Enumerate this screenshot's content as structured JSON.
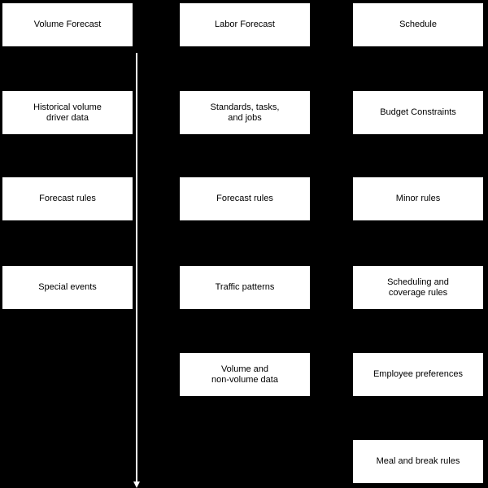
{
  "diagram": {
    "colors": {
      "background": "#000000",
      "box_fill": "#ffffff",
      "box_text": "#000000",
      "arrow": "#ffffff"
    },
    "arrow": {
      "name": "down-arrow",
      "direction": "down"
    },
    "columns": [
      {
        "header": "Volume Forecast",
        "boxes": [
          "Historical volume\ndriver data",
          "Forecast rules",
          "Special events"
        ]
      },
      {
        "header": "Labor Forecast",
        "boxes": [
          "Standards, tasks,\nand jobs",
          "Forecast rules",
          "Traffic patterns",
          "Volume and\nnon-volume data"
        ]
      },
      {
        "header": "Schedule",
        "boxes": [
          "Budget Constraints",
          "Minor rules",
          "Scheduling and\ncoverage rules",
          "Employee preferences",
          "Meal and break rules"
        ]
      }
    ]
  }
}
